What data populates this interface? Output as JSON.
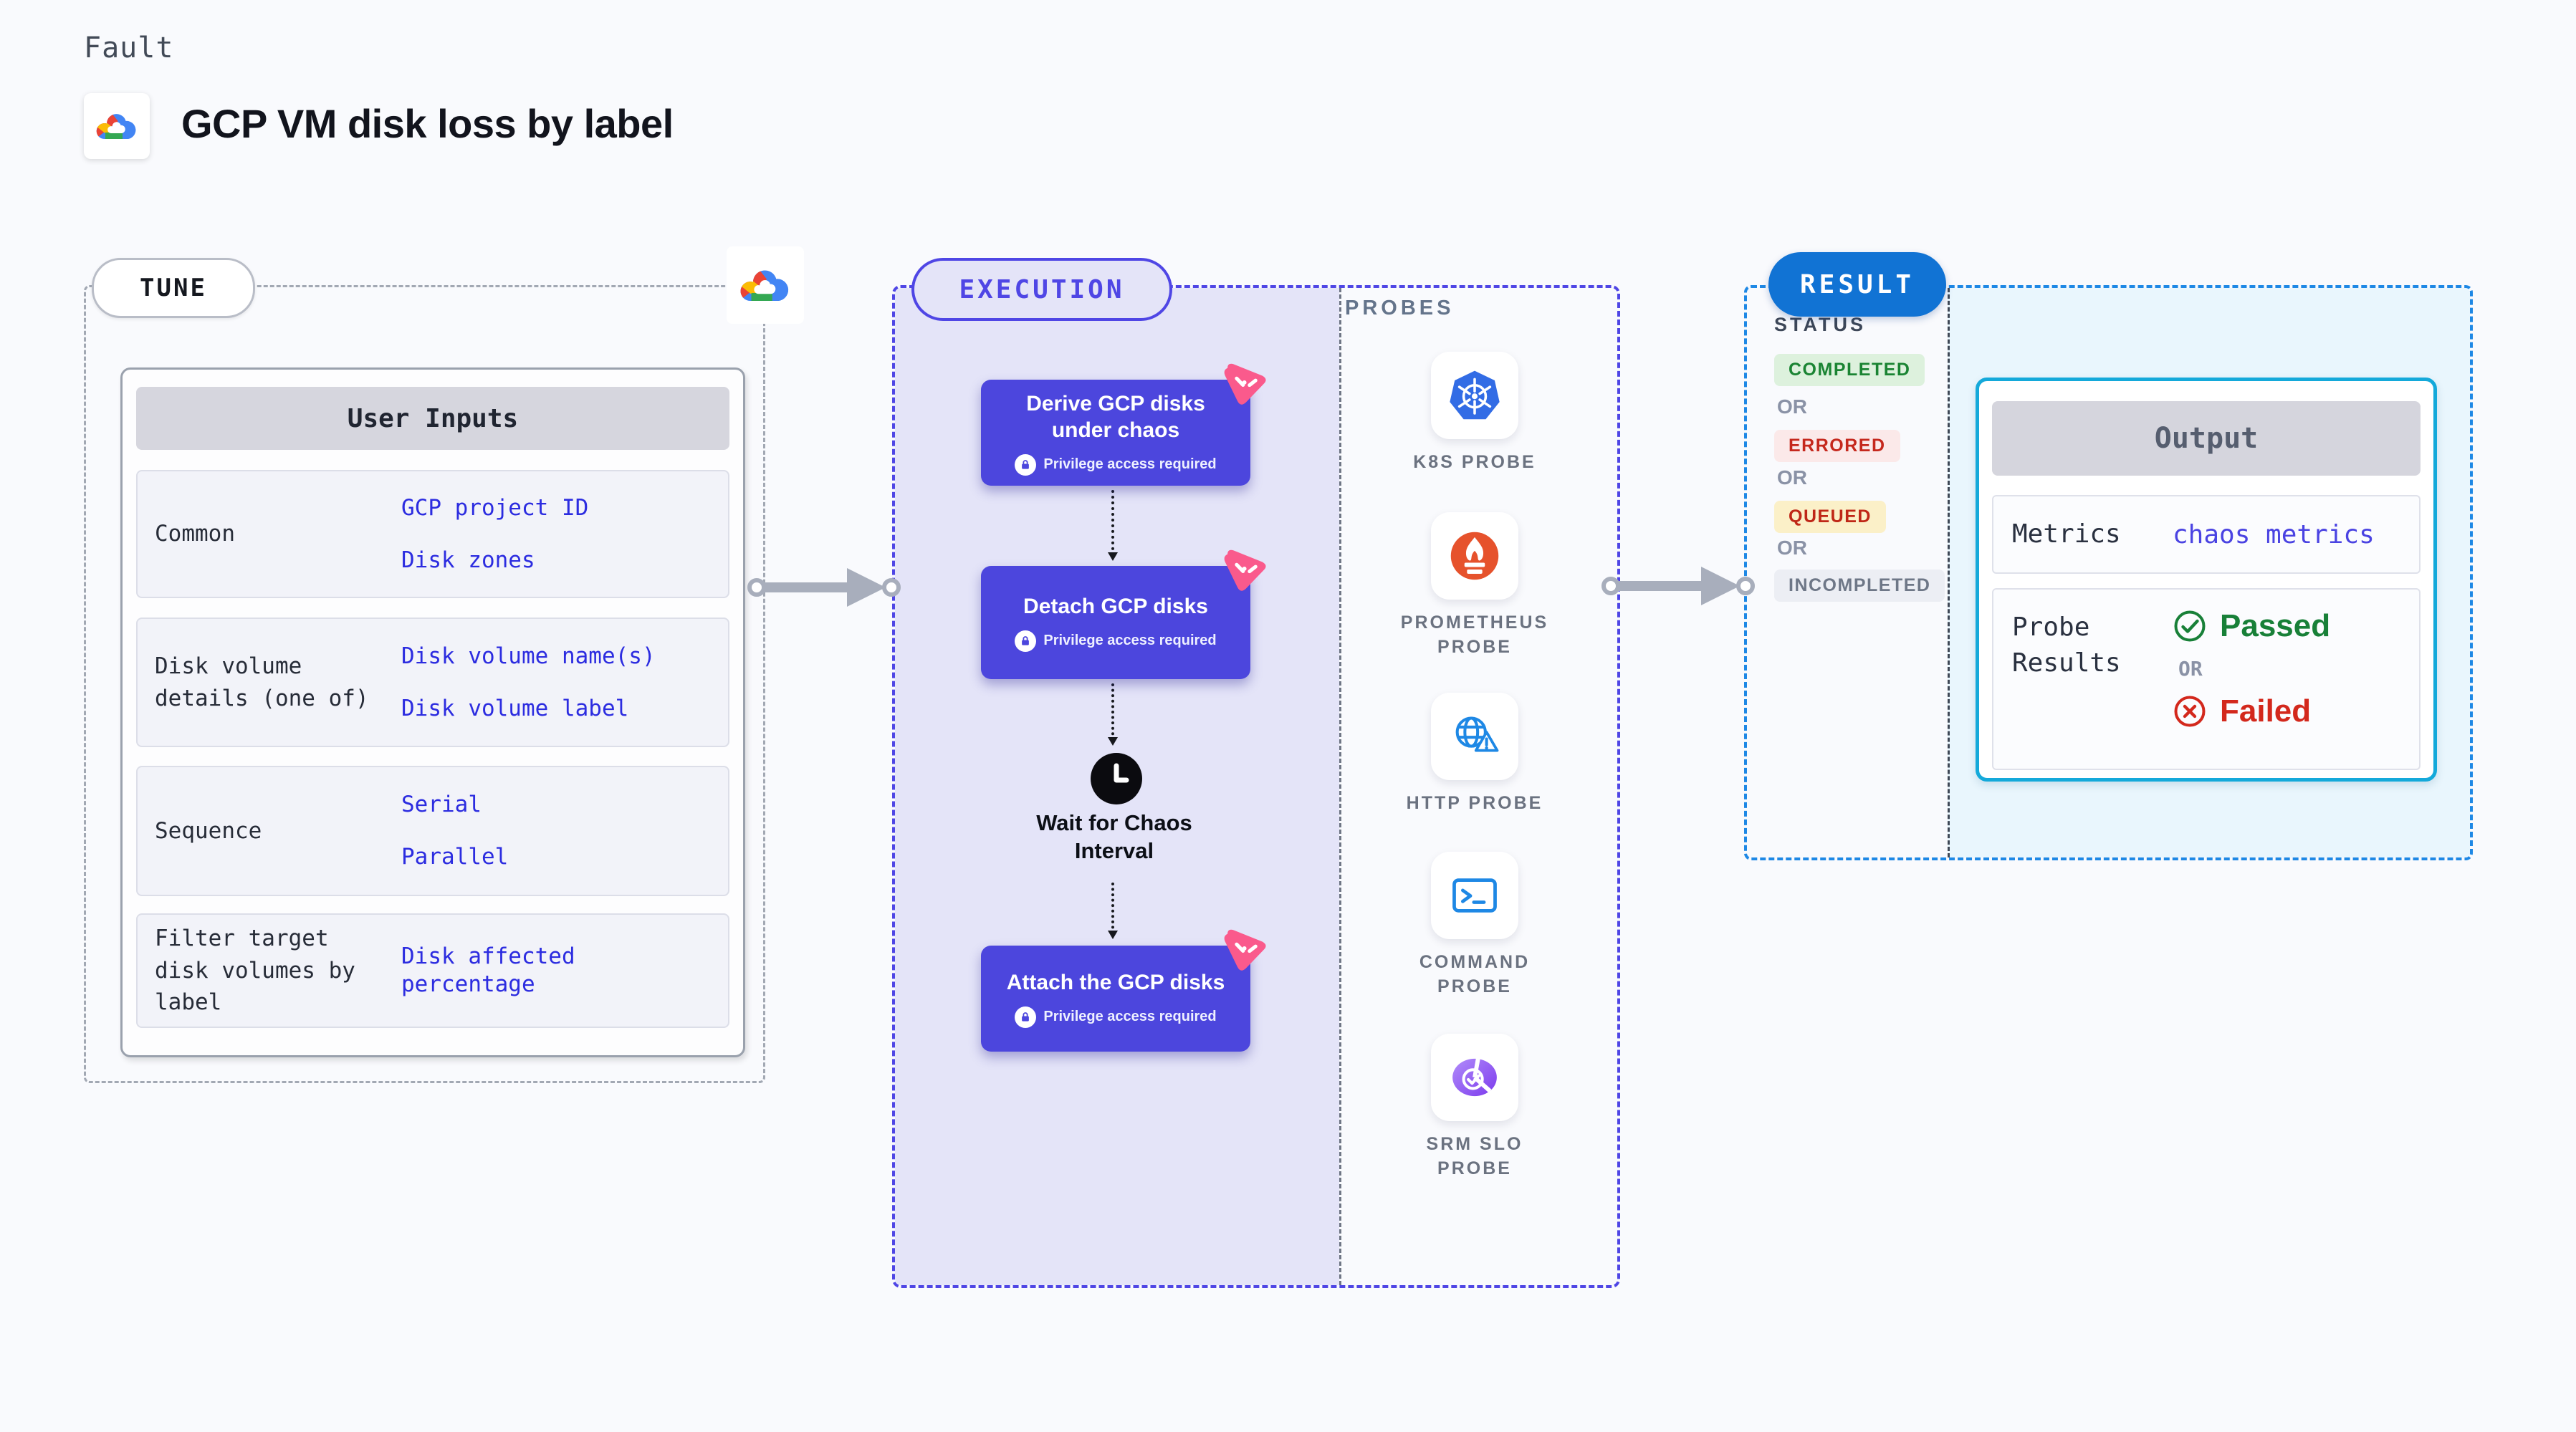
{
  "page": {
    "kicker": "Fault",
    "title": "GCP VM disk loss by label"
  },
  "tune": {
    "badge": "TUNE",
    "table": {
      "header": "User Inputs",
      "rows": [
        {
          "label": "Common",
          "values": [
            "GCP project ID",
            "Disk zones"
          ]
        },
        {
          "label": "Disk volume details (one of)",
          "values": [
            "Disk volume name(s)",
            "Disk volume label"
          ]
        },
        {
          "label": "Sequence",
          "values": [
            "Serial",
            "Parallel"
          ]
        },
        {
          "label": "Filter target disk volumes by label",
          "values": [
            "Disk affected percentage"
          ]
        }
      ]
    }
  },
  "execution": {
    "badge": "EXECUTION",
    "steps": [
      {
        "title": "Derive GCP disks under chaos",
        "badge": "Privilege access required"
      },
      {
        "title": "Detach GCP disks",
        "badge": "Privilege access required"
      },
      {
        "title": "Attach the GCP disks",
        "badge": "Privilege access required"
      }
    ],
    "wait_label": "Wait for Chaos Interval"
  },
  "probes": {
    "heading": "PROBES",
    "items": [
      {
        "label": "K8S PROBE",
        "icon": "kubernetes-icon"
      },
      {
        "label": "PROMETHEUS PROBE",
        "icon": "prometheus-icon"
      },
      {
        "label": "HTTP PROBE",
        "icon": "globe-warning-icon"
      },
      {
        "label": "COMMAND PROBE",
        "icon": "terminal-icon"
      },
      {
        "label": "SRM SLO PROBE",
        "icon": "slo-gauge-icon"
      }
    ]
  },
  "result": {
    "badge": "RESULT",
    "status_heading": "STATUS",
    "or_label": "OR",
    "statuses": [
      {
        "label": "COMPLETED",
        "color": "#1a8433",
        "bg": "#ddf1dd"
      },
      {
        "label": "ERRORED",
        "color": "#c5281d",
        "bg": "#fbe9e9"
      },
      {
        "label": "QUEUED",
        "color": "#bf2717",
        "bg": "#fbf0c8"
      },
      {
        "label": "INCOMPLETED",
        "color": "#6e7787",
        "bg": "#eceef4"
      }
    ],
    "output": {
      "header": "Output",
      "metrics_label": "Metrics",
      "metrics_value": "chaos metrics",
      "probe_results_label": "Probe Results",
      "passed_label": "Passed",
      "or_label": "OR",
      "failed_label": "Failed"
    }
  },
  "colors": {
    "indigo_accent": "#4f46e5",
    "exec_panel": "#e4e4f8",
    "result_blue": "#1173d4",
    "result_panel": "#e9f6fd",
    "output_border": "#14a9da",
    "value_blue": "#2c2ce0",
    "passed_green": "#188038",
    "failed_red": "#d3281c",
    "chaos_pink": "#fa5a8c"
  }
}
